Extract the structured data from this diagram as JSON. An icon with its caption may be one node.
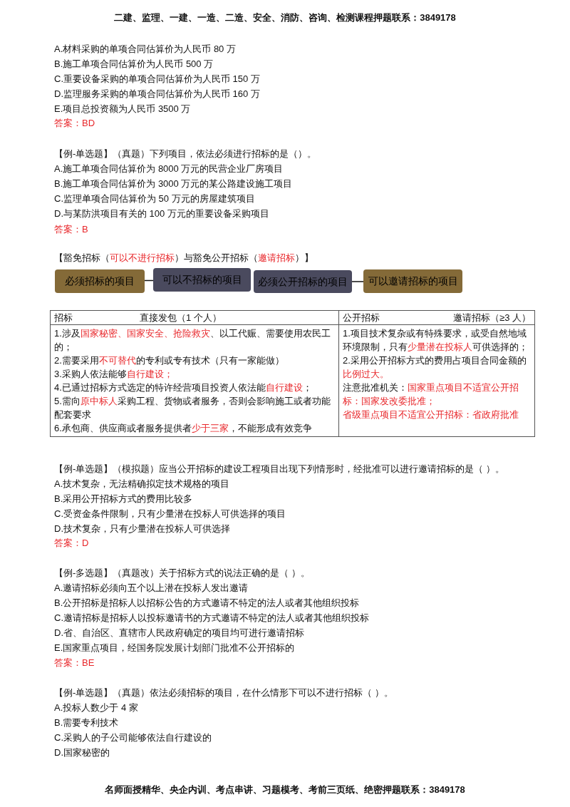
{
  "diagram": {
    "nodes": [
      {
        "text": [
          "必须招标的项目"
        ]
      },
      {
        "text": [
          "可以不招标的项目"
        ]
      },
      {
        "text": [
          "必须公开招标的项目"
        ]
      },
      {
        "text": [
          "可以邀请招标的项目"
        ]
      }
    ],
    "edges": [
      {
        "from": 0,
        "to": 1,
        "arrow": "none"
      },
      {
        "from": 2,
        "to": 3,
        "arrow": "none"
      }
    ],
    "labels": [
      "二建、监理、一建、一造、二造、安全、消防、咨询、检测课程押题联系：3849178",
      "A.材料采购的单项合同估算价为人民币 80 万",
      "B.施工单项合同估算价为人民币 500 万",
      "C.重要设备采购的单项合同估算价为人民币 150 万",
      "D.监理服务采购的单项合同估算价为人民币 160 万",
      "E.项目总投资额为人民币 3500 万",
      "答案：BD",
      "【例-单选题】（真题）下列项目，依法必须进行招标的是（）。",
      "A.施工单项合同估算价为 8000 万元的民营企业厂房项目",
      "B.施工单项合同估算价为 3000 万元的某公路建设施工项目",
      "C.监理单项合同估算价为 50 万元的房屋建筑项目",
      "D.与某防洪项目有关的 100 万元的重要设备采购项目",
      "答案：B",
      "【豁免招标（**可以不进行招标**）与豁免公开招标（**邀请招标**）】",
      "招标",
      "直接发包（1 个人）",
      "公开招标",
      "邀请招标（≥3 人）",
      "1.涉及**国家秘密、国家安全、抢险救灾**、以工代赈、需要使用农民工的；",
      "2.需要采用**不可替代**的专利或专有技术（只有一家能做）",
      "3.采购人依法能够**自行建设；**",
      "4.已通过招标方式选定的特许经营项目投资人依法能**自行建设**；",
      "5.需向**原中标人**采购工程、货物或者服务，否则会影响施工或者功能配套要求",
      "6.承包商、供应商或者服务提供者**少于三家**，不能形成有效竞争",
      "1.项目技术复杂或有特殊要求，或受自然地域环境限制，只有**少量潜在投标人**可供选择的；",
      "2.采用公开招标方式的费用占项目合同金额的**比例过大。**",
      "注意批准机关：**国家重点项目不适宜公开招标：国家发改委批准；**",
      "**省级重点项目不适宜公开招标：省政府批准**",
      "【例-单选题】（模拟题）应当公开招标的建设工程项目出现下列情形时，经批准可以进行邀请招标的是（ ）。",
      "A.技术复杂，无法精确拟定技术规格的项目",
      "B.采用公开招标方式的费用比较多",
      "C.受资金条件限制，只有少量潜在投标人可供选择的项目",
      "D.技术复杂，只有少量潜在投标人可供选择",
      "答案：D",
      "【例-多选题】（真题改）关于招标方式的说法正确的是（ ）。",
      "A.邀请招标必须向五个以上潜在投标人发出邀请",
      "B.公开招标是招标人以招标公告的方式邀请不特定的法人或者其他组织投标",
      "C.邀请招标是招标人以投标邀请书的方式邀请不特定的法人或者其他组织投标",
      "D.省、自治区、直辖市人民政府确定的项目均可进行邀请招标",
      "E.国家重点项目，经国务院发展计划部门批准不公开招标的",
      "答案：BE",
      "【例-单选题】（真题）依法必须招标的项目，在什么情形下可以不进行招标（ ）。",
      "A.投标人数少于 4 家",
      "B.需要专利技术",
      "C.采购人的子公司能够依法自行建设的",
      "D.国家秘密的",
      "名师面授精华、央企内训、考点串讲、习题模考、考前三页纸、绝密押题联系：3849178"
    ]
  }
}
